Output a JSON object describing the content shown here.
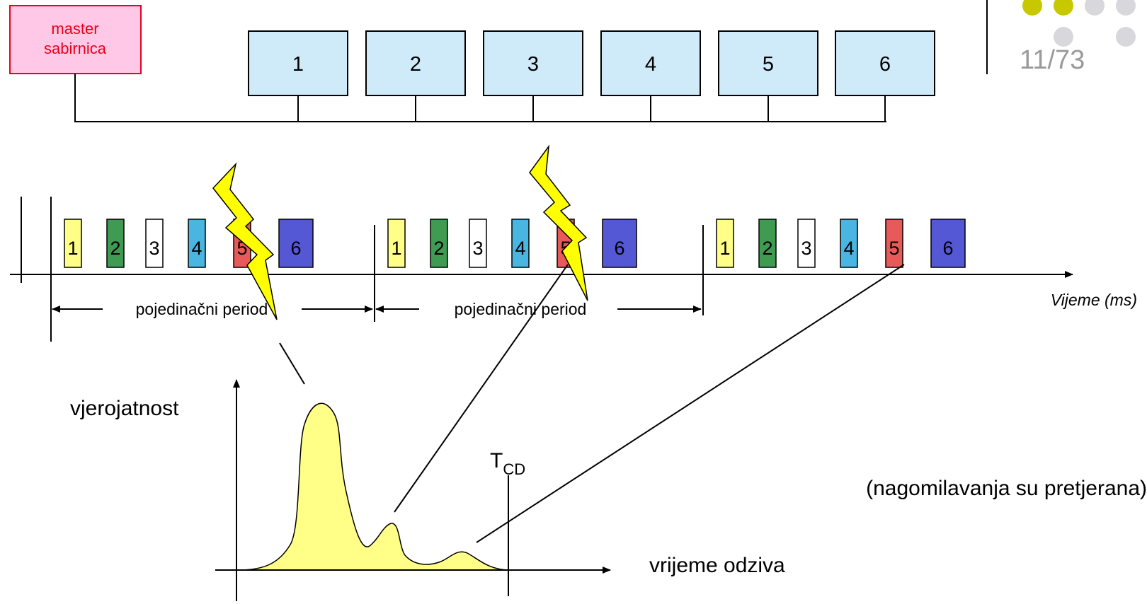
{
  "master": {
    "line1": "master",
    "line2": "sabirnica",
    "fill": "#ffc8e6",
    "stroke": "#e8001c",
    "text_color": "#e8001c"
  },
  "nodes": [
    "1",
    "2",
    "3",
    "4",
    "5",
    "6"
  ],
  "node_fill": "#cfeaf8",
  "slot_colors": {
    "1": "#ffff88",
    "2": "#3f9a52",
    "3": "#ffffff",
    "4": "#48b6e0",
    "5": "#e85a5a",
    "6": "#5558d4"
  },
  "periods": [
    {
      "slots": [
        "1",
        "2",
        "3",
        "4",
        "5",
        "6"
      ],
      "label": "pojedinačni period"
    },
    {
      "slots": [
        "1",
        "2",
        "3",
        "4",
        "5",
        "6"
      ],
      "label": "pojedinačni period"
    },
    {
      "slots": [
        "1",
        "2",
        "3",
        "4",
        "5",
        "6"
      ]
    }
  ],
  "time_axis_label": "Vijeme (ms)",
  "distribution": {
    "ylabel": "vjerojatnost",
    "xlabel": "vrijeme odziva",
    "threshold_main": "T",
    "threshold_sub": "CD",
    "fill": "#ffff88"
  },
  "note": "(nagomilavanja su pretjerana)",
  "page_number": "11/73",
  "bolt_color": "#ffff00",
  "dots_accent": "#c8c800",
  "dots_muted": "#d8d8dc"
}
